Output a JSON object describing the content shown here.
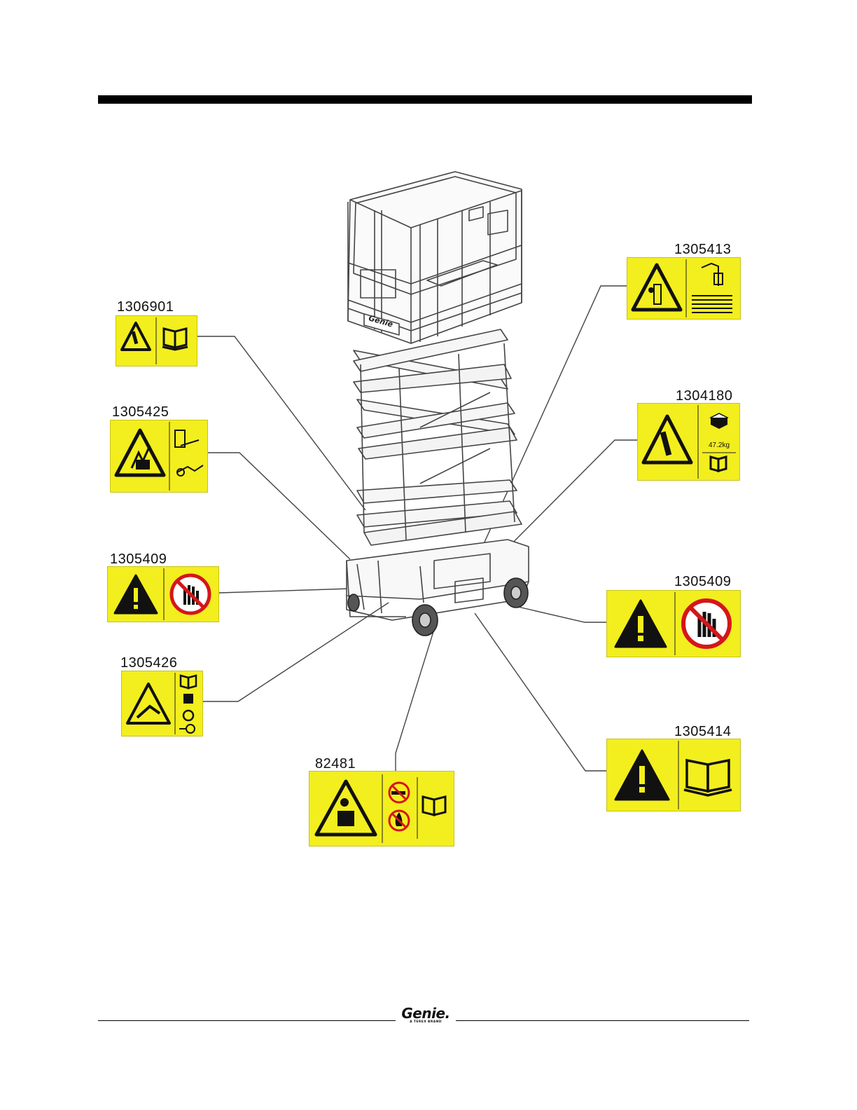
{
  "decals": [
    {
      "id": "1306901-left",
      "part_number": "1306901",
      "symbols": [
        "crush-hazard-icon",
        "manual-icon"
      ]
    },
    {
      "id": "1305425-left",
      "part_number": "1305425",
      "symbols": [
        "electrocution-hazard-icon",
        "disconnect-plug-icon"
      ]
    },
    {
      "id": "1305409-left",
      "part_number": "1305409",
      "symbols": [
        "warning-icon",
        "prohibited-hand-icon"
      ]
    },
    {
      "id": "1305426-left",
      "part_number": "1305426",
      "symbols": [
        "crush-hazard-icon",
        "manual-icon",
        "battery-icon",
        "wheel-icon",
        "connector-icon"
      ]
    },
    {
      "id": "82481-bottom",
      "part_number": "82481",
      "symbols": [
        "explosion-hazard-icon",
        "no-smoking-icon",
        "no-flame-icon",
        "manual-icon"
      ]
    },
    {
      "id": "1305413-right",
      "part_number": "1305413",
      "symbols": [
        "fall-hazard-icon",
        "lift-instruction-icon"
      ]
    },
    {
      "id": "1304180-right",
      "part_number": "1304180",
      "symbols": [
        "crush-hazard-icon",
        "weight-icon",
        "manual-icon"
      ],
      "weight_text": "47.2kg"
    },
    {
      "id": "1305409-right",
      "part_number": "1305409",
      "symbols": [
        "warning-icon",
        "prohibited-hand-icon"
      ]
    },
    {
      "id": "1305414-right",
      "part_number": "1305414",
      "symbols": [
        "warning-icon",
        "manual-icon"
      ]
    }
  ],
  "brand": {
    "name": "Genie.",
    "tagline": "A TEREX BRAND"
  },
  "colors": {
    "decal_yellow": "#f3ee1e",
    "hazard_black": "#111111",
    "prohibit_red": "#d4161b",
    "machine_line": "#444444"
  }
}
